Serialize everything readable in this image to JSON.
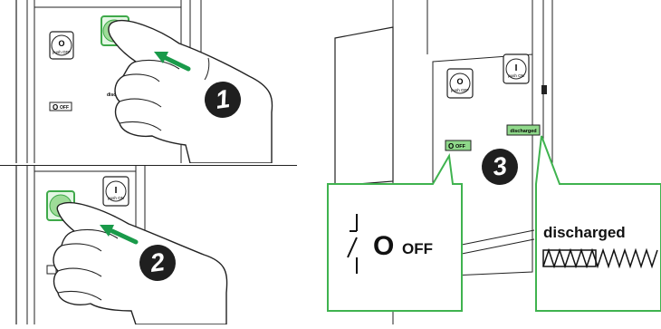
{
  "steps": {
    "step1": "1",
    "step2": "2",
    "step3": "3"
  },
  "buttons": {
    "off_symbol": "O",
    "off_text": "push OFF",
    "on_symbol": "I",
    "on_text": "push ON"
  },
  "indicators": {
    "off_symbol": "O",
    "off_label": "OFF",
    "spring_label": "discharged",
    "spring_label_partial": "disch"
  },
  "callouts": {
    "off_symbol": "O",
    "off_label": "OFF",
    "spring_label": "discharged"
  },
  "colors": {
    "green_arrow": "#1a9a4a",
    "highlight_green": "#8fd88a",
    "button_green": "#2e9e4f",
    "callout_border": "#3fb34f"
  }
}
